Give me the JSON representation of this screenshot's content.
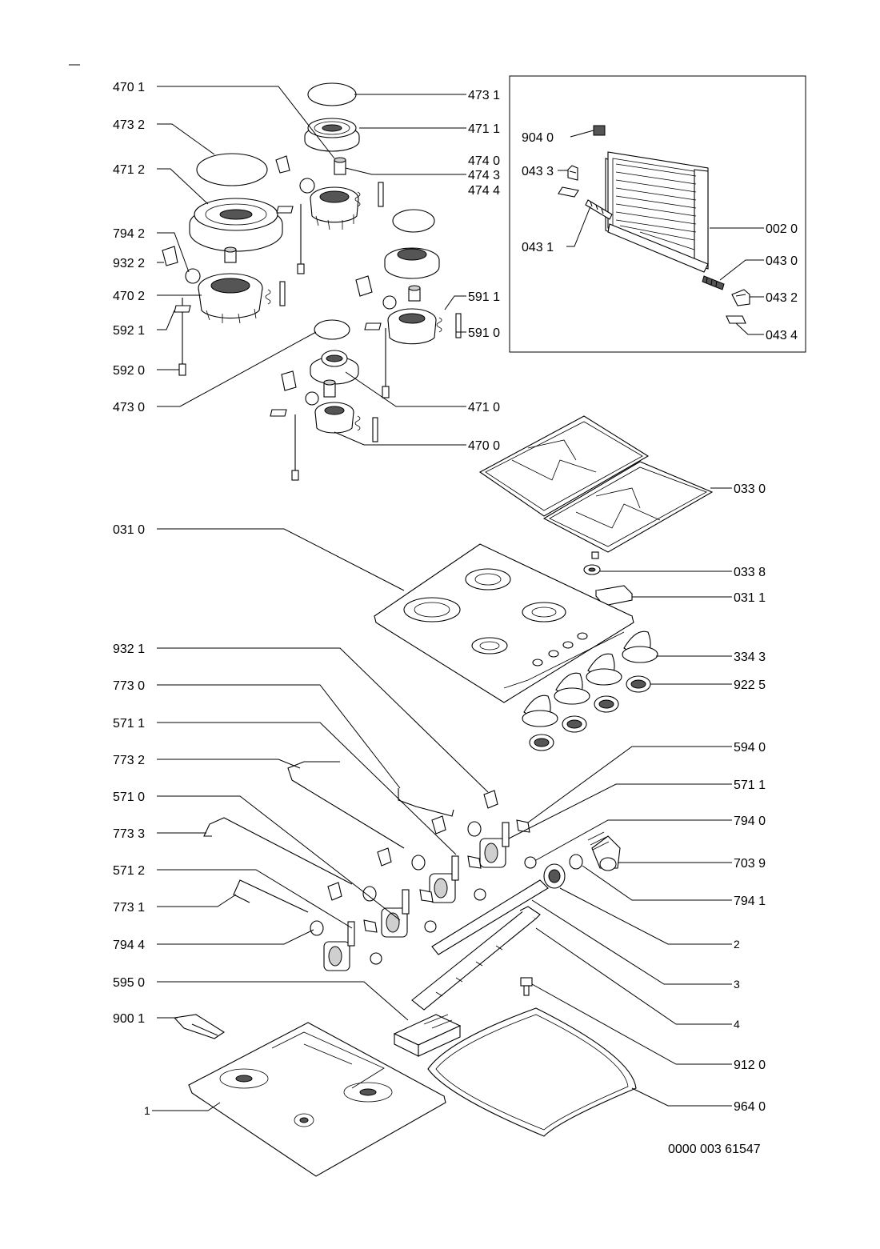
{
  "labels": {
    "p4701": "470 1",
    "p4731": "473 1",
    "p4732": "473 2",
    "p4711": "471 1",
    "p4712": "471 2",
    "p4740": "474 0",
    "p4743": "474 3",
    "p4744": "474 4",
    "p7942": "794 2",
    "p9322": "932 2",
    "p4702": "470 2",
    "p5911": "591 1",
    "p5921": "592 1",
    "p5910": "591 0",
    "p5920": "592 0",
    "p4730": "473 0",
    "p4710": "471 0",
    "p4700": "470 0",
    "p9040": "904 0",
    "p0433": "043 3",
    "p0431": "043 1",
    "p0020": "002 0",
    "p0430": "043 0",
    "p0432": "043 2",
    "p0434": "043 4",
    "p0330": "033 0",
    "p0310": "031 0",
    "p0338": "033 8",
    "p0311": "031 1",
    "p9321": "932 1",
    "p3343": "334 3",
    "p7730": "773 0",
    "p9225": "922 5",
    "p5711a": "571 1",
    "p7732": "773 2",
    "p5940": "594 0",
    "p5710": "571 0",
    "p5711b": "571 1",
    "p7733": "773 3",
    "p7940": "794 0",
    "p7039": "703 9",
    "p5712": "571 2",
    "p7941": "794 1",
    "p7731": "773 1",
    "p2": "2",
    "p7944": "794 4",
    "p3": "3",
    "p5950": "595 0",
    "p4": "4",
    "p9001": "900 1",
    "p9120": "912 0",
    "p1": "1",
    "p9640": "964 0",
    "docnum": "0000 003 61547"
  }
}
